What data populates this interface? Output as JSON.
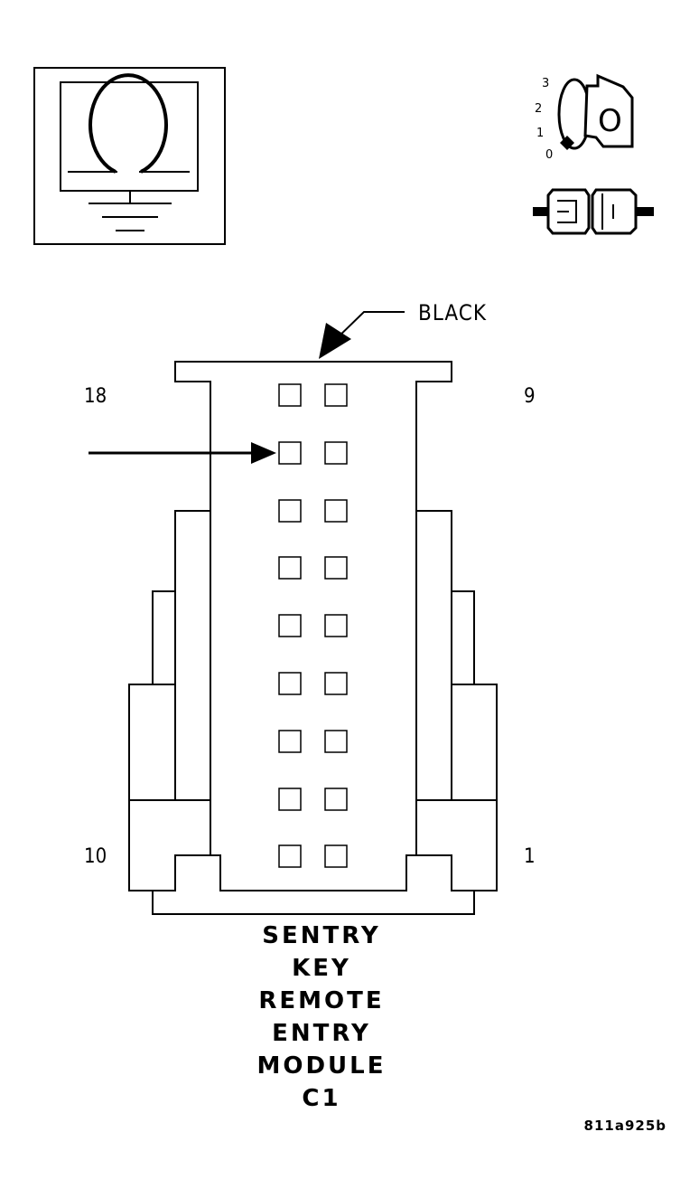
{
  "connector": {
    "color_label": "BLACK",
    "pin_labels": {
      "top_left": "18",
      "top_right": "9",
      "bottom_left": "10",
      "bottom_right": "1"
    },
    "rows": 9,
    "columns": 2
  },
  "title_lines": [
    "SENTRY",
    "KEY",
    "REMOTE",
    "ENTRY",
    "MODULE",
    "C1"
  ],
  "reference_id": "811a925b",
  "ignition_positions": [
    "3",
    "2",
    "1",
    "0"
  ],
  "key_letter": "O"
}
